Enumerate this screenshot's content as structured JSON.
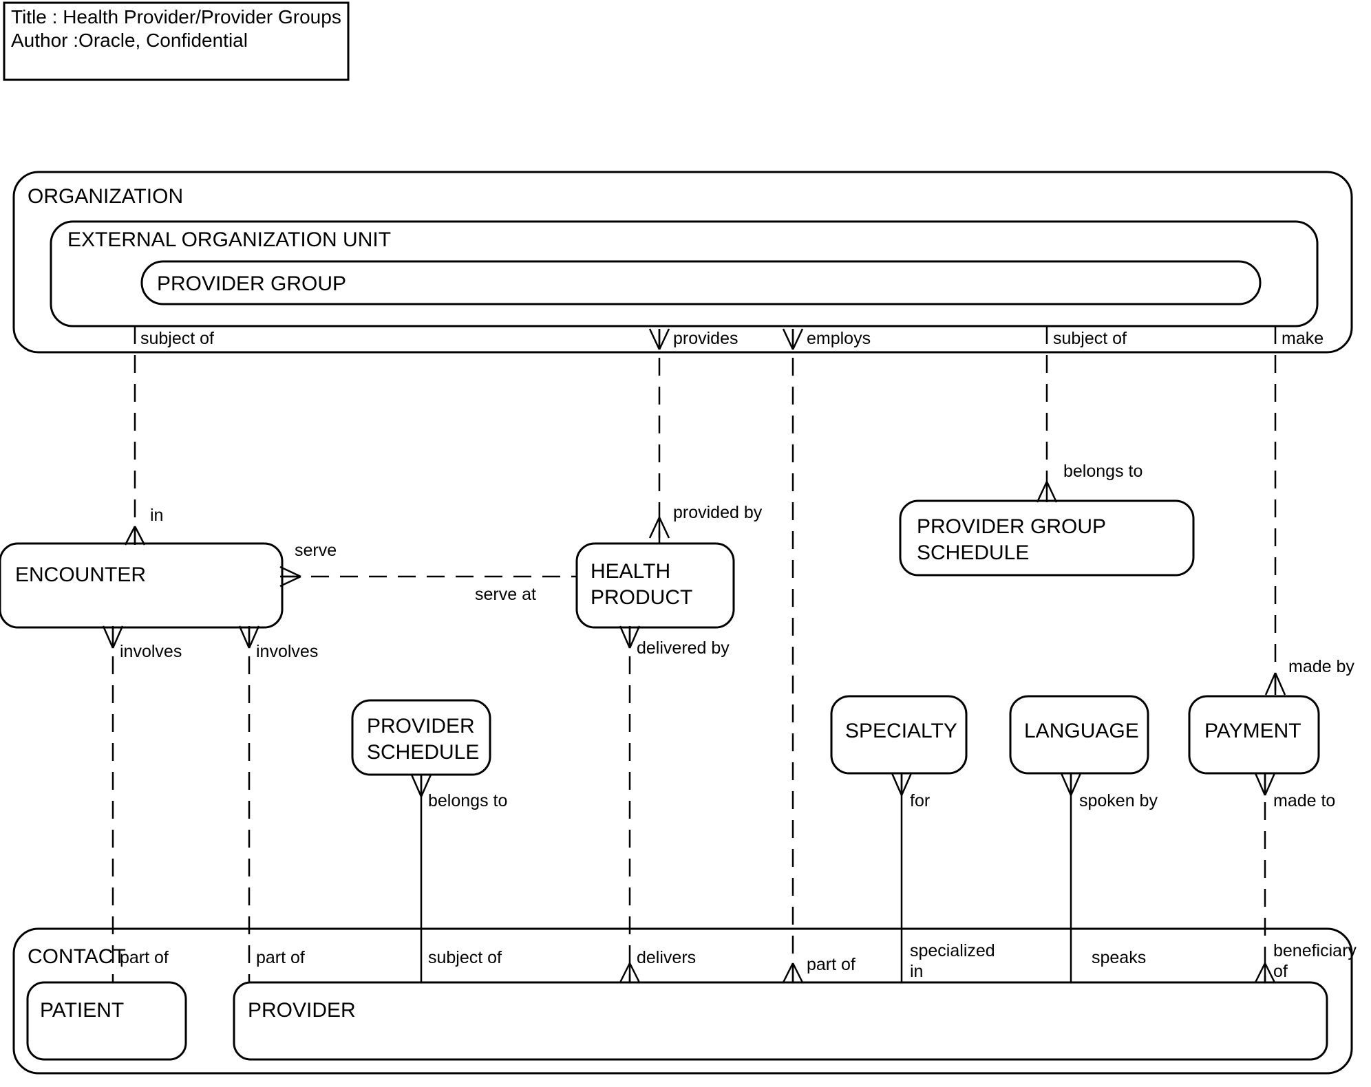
{
  "title_box": {
    "line1": "Title : Health Provider/Provider Groups",
    "line2": "Author :Oracle, Confidential"
  },
  "colors": {
    "stroke": "#000000",
    "fill": "#ffffff",
    "background": "#ffffff"
  },
  "entities": {
    "organization": "ORGANIZATION",
    "external_organization_unit": "EXTERNAL ORGANIZATION UNIT",
    "provider_group": "PROVIDER GROUP",
    "encounter": "ENCOUNTER",
    "health_product_line1": "HEALTH",
    "health_product_line2": "PRODUCT",
    "provider_group_schedule_line1": "PROVIDER GROUP",
    "provider_group_schedule_line2": "SCHEDULE",
    "provider_schedule_line1": "PROVIDER",
    "provider_schedule_line2": "SCHEDULE",
    "specialty": "SPECIALTY",
    "language": "LANGUAGE",
    "payment": "PAYMENT",
    "contact": "CONTACT",
    "patient": "PATIENT",
    "provider": "PROVIDER"
  },
  "relationship_labels": {
    "subject_of_left": "subject of",
    "provides": "provides",
    "employs": "employs",
    "subject_of_pgs": "subject of",
    "make": "make",
    "in": "in",
    "serve": "serve",
    "serve_at": "serve at",
    "provided_by": "provided by",
    "delivered_by": "delivered by",
    "belongs_to_pgs": "belongs to",
    "involves_left": "involves",
    "involves_right": "involves",
    "belongs_to_ps": "belongs to",
    "for": "for",
    "spoken_by": "spoken by",
    "made_by": "made by",
    "made_to": "made to",
    "part_of_patient": "part of",
    "part_of_provider": "part of",
    "subject_of_provider": "subject of",
    "delivers": "delivers",
    "part_of_specialty_line": "part of",
    "specialized_in_line1": "specialized",
    "specialized_in_line2": "in",
    "speaks": "speaks",
    "beneficiary_of_line1": "beneficiary",
    "beneficiary_of_line2": "of"
  }
}
